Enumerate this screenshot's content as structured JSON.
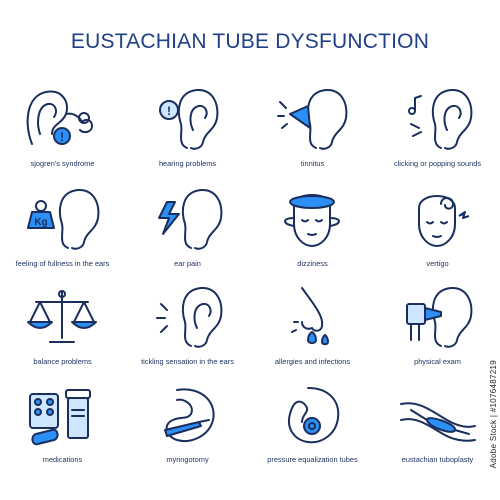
{
  "title": "EUSTACHIAN TUBE DYSFUNCTION",
  "items": [
    {
      "label": "sjogren's syndrome"
    },
    {
      "label": "hearing problems"
    },
    {
      "label": "tinnitus"
    },
    {
      "label": "clicking or popping sounds"
    },
    {
      "label": "feeling of fullness in the ears",
      "badge": "Kg"
    },
    {
      "label": "ear pain"
    },
    {
      "label": "dizziness"
    },
    {
      "label": "vertigo"
    },
    {
      "label": "balance problems"
    },
    {
      "label": "tickling sensation in the ears"
    },
    {
      "label": "allergies and infections"
    },
    {
      "label": "physical exam"
    },
    {
      "label": "medications"
    },
    {
      "label": "myringotomy"
    },
    {
      "label": "pressure equalization tubes"
    },
    {
      "label": "eustachian tuboplasty"
    }
  ],
  "alert_glyph": "!",
  "watermark": "Adobe Stock | #1076487219",
  "colors": {
    "accent": "#2c8ff5",
    "light": "#cfe6ff",
    "line": "#1b2f5e",
    "title": "#1f3f86"
  }
}
